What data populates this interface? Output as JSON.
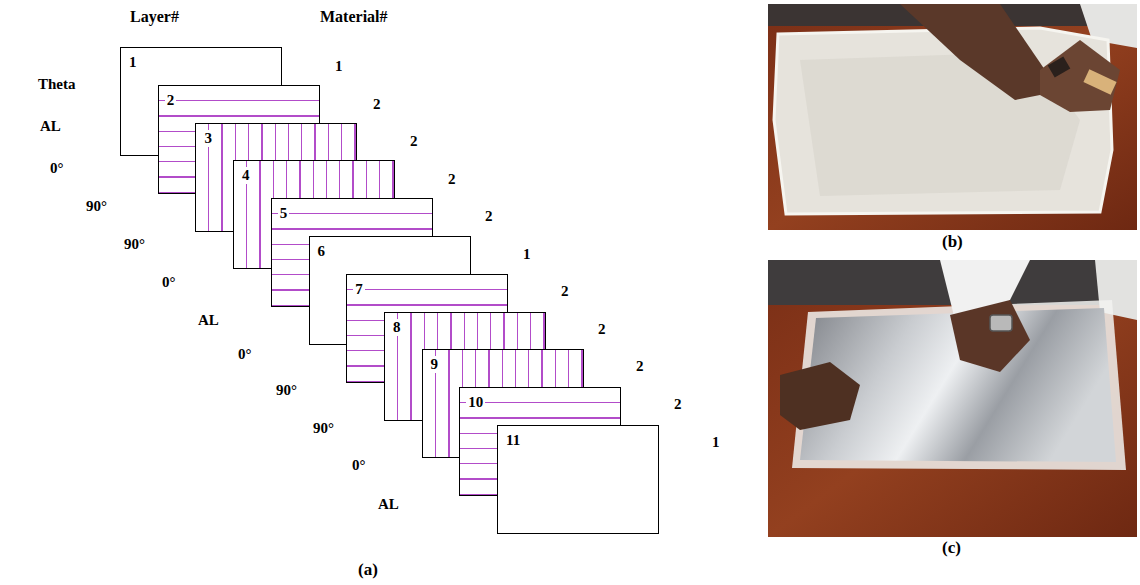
{
  "diagram": {
    "nodes": [
      {
        "text": [
          "1"
        ]
      },
      {
        "text": [
          "2"
        ]
      },
      {
        "text": [
          "3"
        ]
      },
      {
        "text": [
          "4"
        ]
      },
      {
        "text": [
          "5"
        ]
      },
      {
        "text": [
          "6"
        ]
      },
      {
        "text": [
          "7"
        ]
      },
      {
        "text": [
          "8"
        ]
      },
      {
        "text": [
          "9"
        ]
      },
      {
        "text": [
          "10"
        ]
      },
      {
        "text": [
          "11"
        ]
      }
    ],
    "labels": [
      "Layer#",
      "Material#",
      "Theta",
      "AL",
      "0°",
      "90°",
      "90°",
      "0°",
      "AL",
      "0°",
      "90°",
      "90°",
      "0°",
      "AL",
      "1",
      "2",
      "2",
      "2",
      "2",
      "1",
      "2",
      "2",
      "2",
      "2",
      "1",
      "(a)",
      "(b)",
      "(c)"
    ]
  }
}
